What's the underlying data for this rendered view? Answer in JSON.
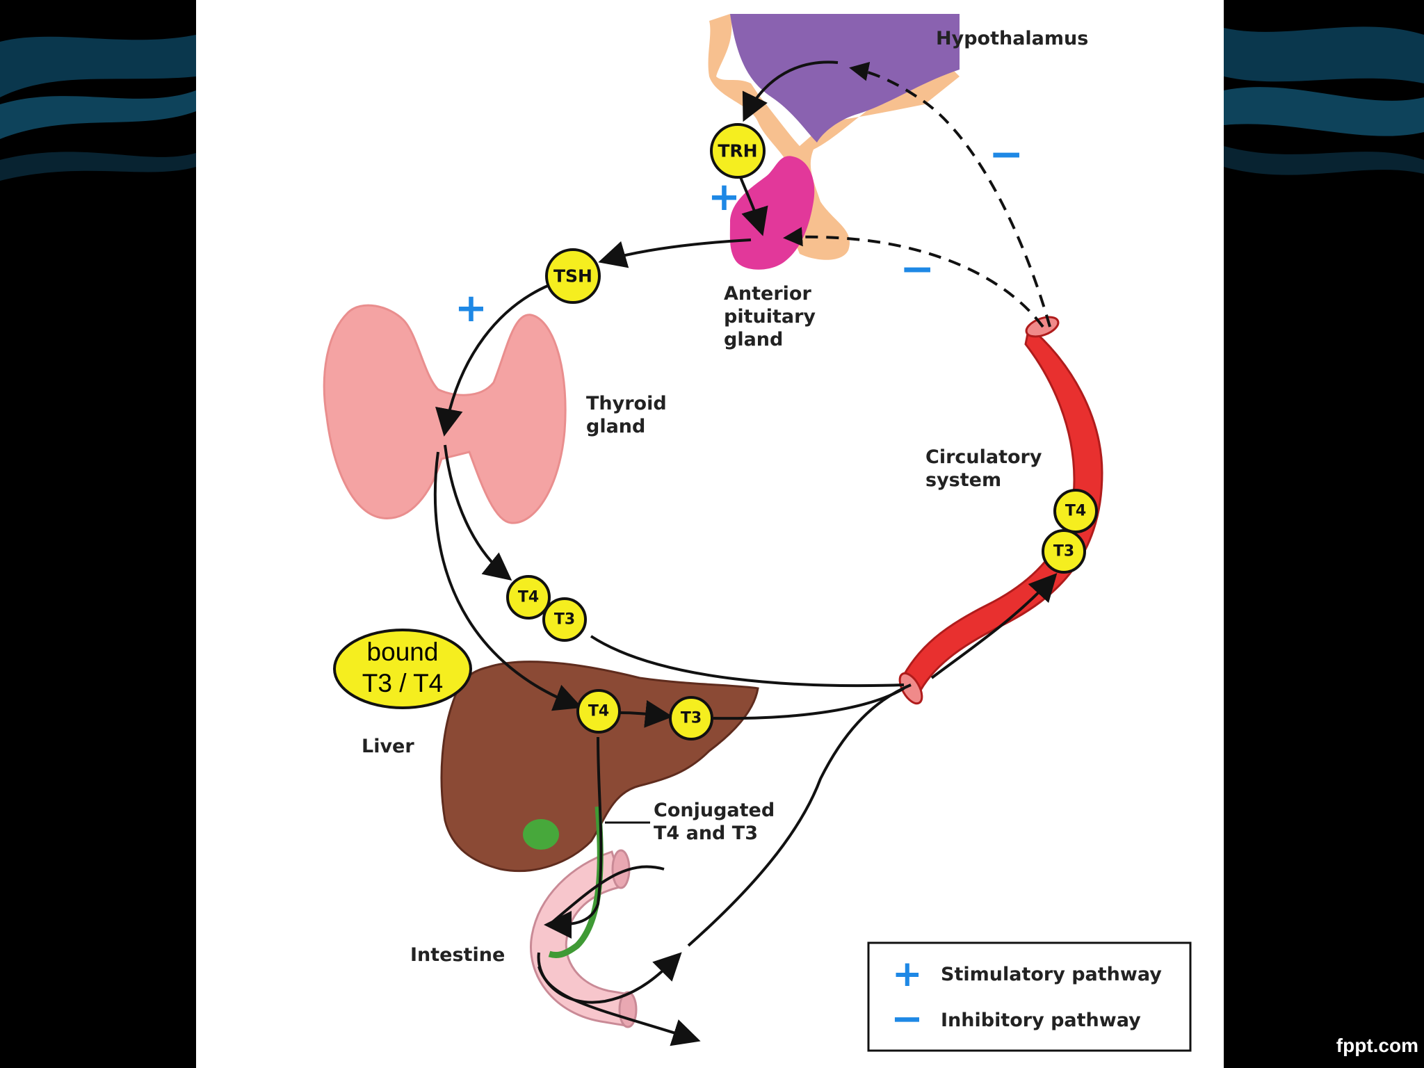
{
  "labels": {
    "hypothalamus": "Hypothalamus",
    "anterior_pituitary": [
      "Anterior",
      "pituitary",
      "gland"
    ],
    "thyroid": [
      "Thyroid",
      "gland"
    ],
    "circulatory": [
      "Circulatory",
      "system"
    ],
    "liver": "Liver",
    "intestine": "Intestine",
    "conjugated": [
      "Conjugated",
      "T4 and T3"
    ]
  },
  "badges": {
    "trh": "TRH",
    "tsh": "TSH",
    "t4": "T4",
    "t3": "T3"
  },
  "bound_bubble": [
    "bound",
    "T3 / T4"
  ],
  "signs": {
    "plus": "+",
    "minus": "−"
  },
  "legend": {
    "stimulatory": "Stimulatory pathway",
    "inhibitory": "Inhibitory pathway"
  },
  "colors": {
    "badge_fill": "#f5ee1f",
    "sign_blue": "#1e88e5",
    "vessel_red": "#e8302f",
    "liver_brown": "#8b4a35",
    "thyroid_pink": "#f4a3a3",
    "hypothalamus_purple": "#8a62b0",
    "pituitary_magenta": "#e2389a"
  },
  "footer": "fppt.com"
}
